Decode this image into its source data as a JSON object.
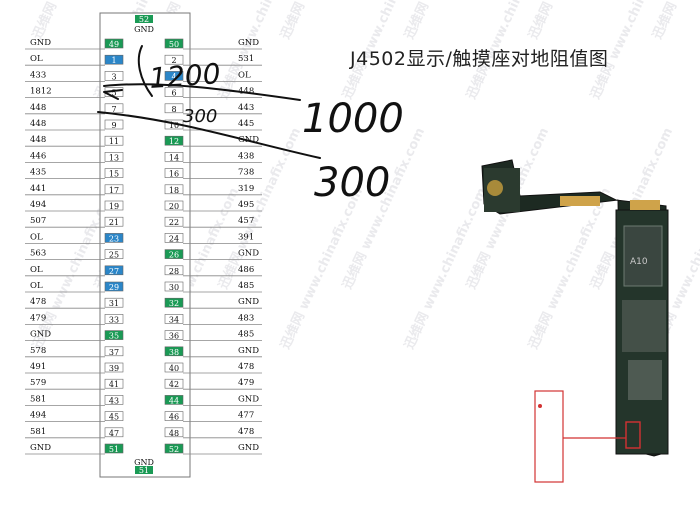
{
  "title": "J4502显示/触摸座对地阻值图",
  "connector": {
    "top_pin": "52",
    "top_gnd": "GND",
    "bottom_pin": "51",
    "bottom_gnd": "GND",
    "left_pins": [
      {
        "pin": "49",
        "value": "GND",
        "fill": "green"
      },
      {
        "pin": "1",
        "value": "OL",
        "fill": "blue"
      },
      {
        "pin": "3",
        "value": "433",
        "fill": "white"
      },
      {
        "pin": "5",
        "value": "1812",
        "fill": "white"
      },
      {
        "pin": "7",
        "value": "448",
        "fill": "white"
      },
      {
        "pin": "9",
        "value": "448",
        "fill": "white"
      },
      {
        "pin": "11",
        "value": "448",
        "fill": "white"
      },
      {
        "pin": "13",
        "value": "446",
        "fill": "white"
      },
      {
        "pin": "15",
        "value": "435",
        "fill": "white"
      },
      {
        "pin": "17",
        "value": "441",
        "fill": "white"
      },
      {
        "pin": "19",
        "value": "494",
        "fill": "white"
      },
      {
        "pin": "21",
        "value": "507",
        "fill": "white"
      },
      {
        "pin": "23",
        "value": "OL",
        "fill": "blue"
      },
      {
        "pin": "25",
        "value": "563",
        "fill": "white"
      },
      {
        "pin": "27",
        "value": "OL",
        "fill": "blue"
      },
      {
        "pin": "29",
        "value": "OL",
        "fill": "blue"
      },
      {
        "pin": "31",
        "value": "478",
        "fill": "white"
      },
      {
        "pin": "33",
        "value": "479",
        "fill": "white"
      },
      {
        "pin": "35",
        "value": "GND",
        "fill": "green"
      },
      {
        "pin": "37",
        "value": "578",
        "fill": "white"
      },
      {
        "pin": "39",
        "value": "491",
        "fill": "white"
      },
      {
        "pin": "41",
        "value": "579",
        "fill": "white"
      },
      {
        "pin": "43",
        "value": "581",
        "fill": "white"
      },
      {
        "pin": "45",
        "value": "494",
        "fill": "white"
      },
      {
        "pin": "47",
        "value": "581",
        "fill": "white"
      },
      {
        "pin": "51",
        "value": "GND",
        "fill": "green"
      }
    ],
    "right_pins": [
      {
        "pin": "50",
        "value": "GND",
        "fill": "green"
      },
      {
        "pin": "2",
        "value": "531",
        "fill": "white"
      },
      {
        "pin": "4",
        "value": "OL",
        "fill": "blue"
      },
      {
        "pin": "6",
        "value": "448",
        "fill": "white"
      },
      {
        "pin": "8",
        "value": "443",
        "fill": "white"
      },
      {
        "pin": "10",
        "value": "445",
        "fill": "white"
      },
      {
        "pin": "12",
        "value": "GND",
        "fill": "green"
      },
      {
        "pin": "14",
        "value": "438",
        "fill": "white"
      },
      {
        "pin": "16",
        "value": "738",
        "fill": "white"
      },
      {
        "pin": "18",
        "value": "319",
        "fill": "white"
      },
      {
        "pin": "20",
        "value": "495",
        "fill": "white"
      },
      {
        "pin": "22",
        "value": "457",
        "fill": "white"
      },
      {
        "pin": "24",
        "value": "391",
        "fill": "white"
      },
      {
        "pin": "26",
        "value": "GND",
        "fill": "green"
      },
      {
        "pin": "28",
        "value": "486",
        "fill": "white"
      },
      {
        "pin": "30",
        "value": "485",
        "fill": "white"
      },
      {
        "pin": "32",
        "value": "GND",
        "fill": "green"
      },
      {
        "pin": "34",
        "value": "483",
        "fill": "white"
      },
      {
        "pin": "36",
        "value": "485",
        "fill": "white"
      },
      {
        "pin": "38",
        "value": "GND",
        "fill": "green"
      },
      {
        "pin": "40",
        "value": "478",
        "fill": "white"
      },
      {
        "pin": "42",
        "value": "479",
        "fill": "white"
      },
      {
        "pin": "44",
        "value": "GND",
        "fill": "green"
      },
      {
        "pin": "46",
        "value": "477",
        "fill": "white"
      },
      {
        "pin": "48",
        "value": "478",
        "fill": "white"
      },
      {
        "pin": "52",
        "value": "GND",
        "fill": "green"
      }
    ]
  },
  "handwriting": {
    "note_a": "1200",
    "note_b": "300",
    "note_c": "1000",
    "note_d": "300"
  },
  "pcb_chip_label": "A10",
  "watermark_text": "迅维网 www.chinafix.com",
  "colors": {
    "green": "#1a9a55",
    "blue": "#2b86c8",
    "line": "#888888",
    "ink": "#111111",
    "highlight": "#d23232",
    "board": "#1d2a22"
  }
}
